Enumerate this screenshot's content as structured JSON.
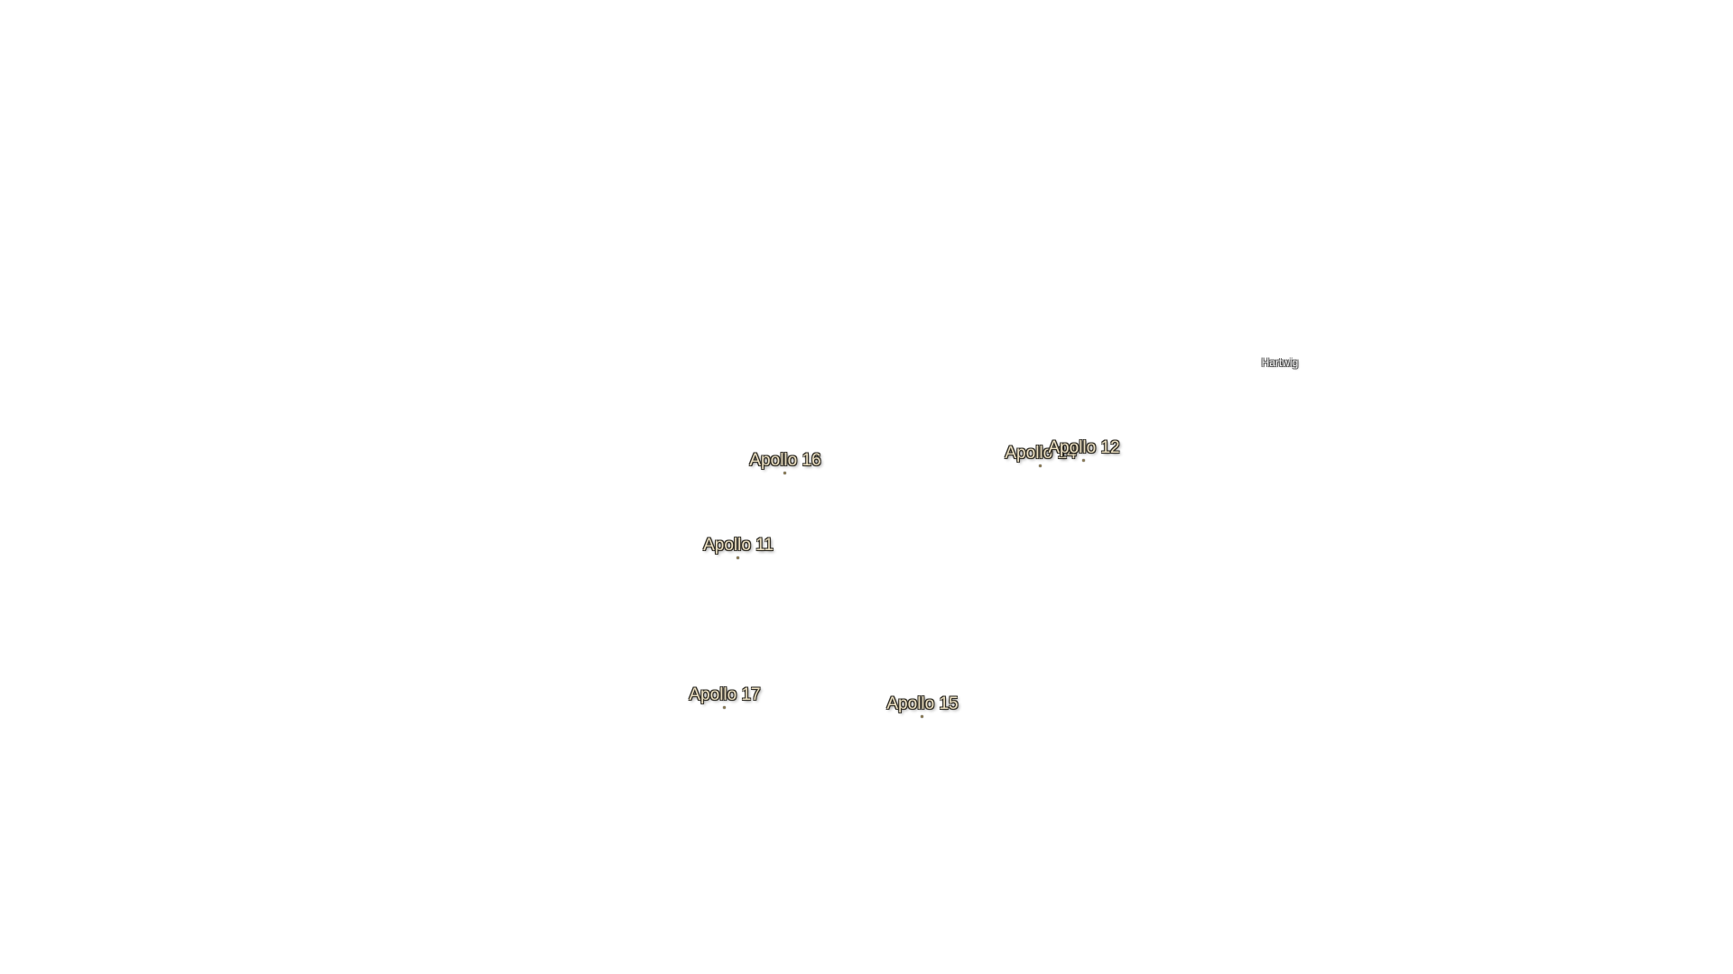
{
  "map": {
    "background": "#ffffff",
    "site_color": "#ece0c2",
    "crater_color": "#f2f2f2",
    "landing_sites": [
      {
        "label": "Apollo 16"
      },
      {
        "label": "Apollo 14"
      },
      {
        "label": "Apollo 12"
      },
      {
        "label": "Apollo 11"
      },
      {
        "label": "Apollo 17"
      },
      {
        "label": "Apollo 15"
      }
    ],
    "features": [
      {
        "label": "Hartwig"
      }
    ]
  }
}
